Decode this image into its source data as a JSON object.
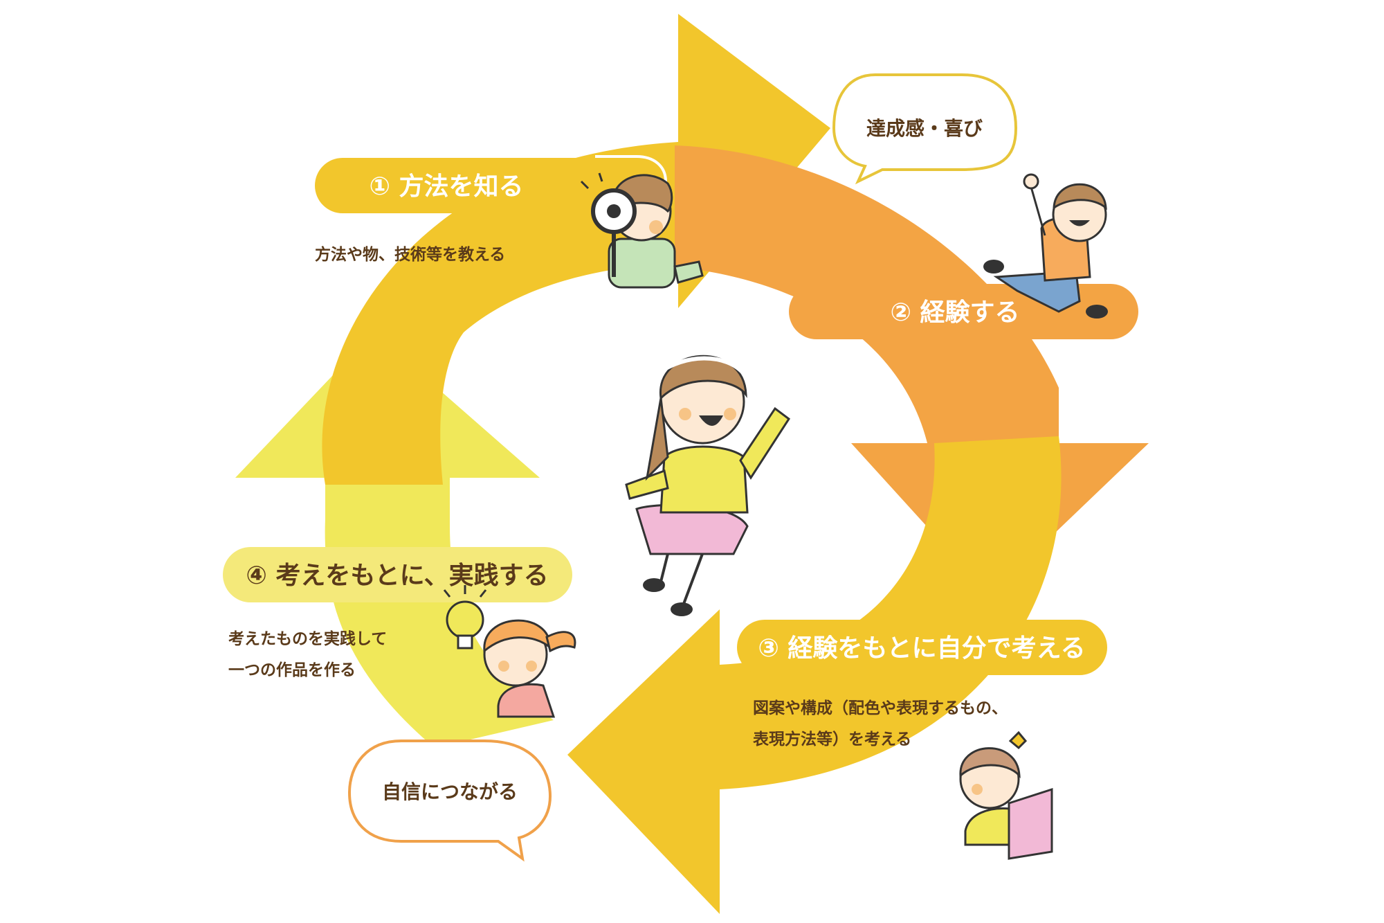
{
  "colors": {
    "yellow": "#f2c62c",
    "light_yellow": "#f0e85a",
    "orange": "#f3a444",
    "pale_yellow_pill": "#f4e97a",
    "brown_text": "#5a3a1a",
    "white": "#ffffff",
    "bubble_yellow_border": "#e7c53a",
    "bubble_orange_border": "#f0a14a"
  },
  "steps": [
    {
      "label": "① 方法を知る",
      "desc": [
        "方法や物、技術等を教える"
      ]
    },
    {
      "label": "② 経験する",
      "desc": []
    },
    {
      "label": "③ 経験をもとに自分で考える",
      "desc": [
        "図案や構成（配色や表現するもの、",
        "表現方法等）を考える"
      ]
    },
    {
      "label": "④ 考えをもとに、実践する",
      "desc": [
        "考えたものを実践して",
        "一つの作品を作る"
      ]
    }
  ],
  "bubbles": {
    "achievement": "達成感・喜び",
    "confidence": "自信につながる"
  },
  "illustrations": [
    "boy-with-magnifier",
    "boy-sitting-cheering",
    "girl-jumping-center",
    "girl-reading-book",
    "girl-with-lightbulb"
  ]
}
